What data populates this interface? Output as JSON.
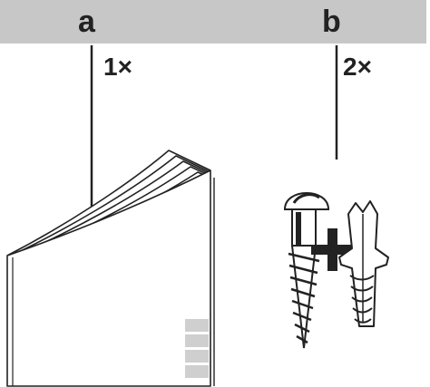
{
  "parts": [
    {
      "id": "a",
      "label": "a",
      "quantity": "1×",
      "item": "manual-booklet"
    },
    {
      "id": "b",
      "label": "b",
      "quantity": "2×",
      "item": "screw-and-wall-plug"
    }
  ],
  "colors": {
    "header": "#c7c7c7",
    "ink": "#222222",
    "tabs": "#cfcfcf"
  }
}
